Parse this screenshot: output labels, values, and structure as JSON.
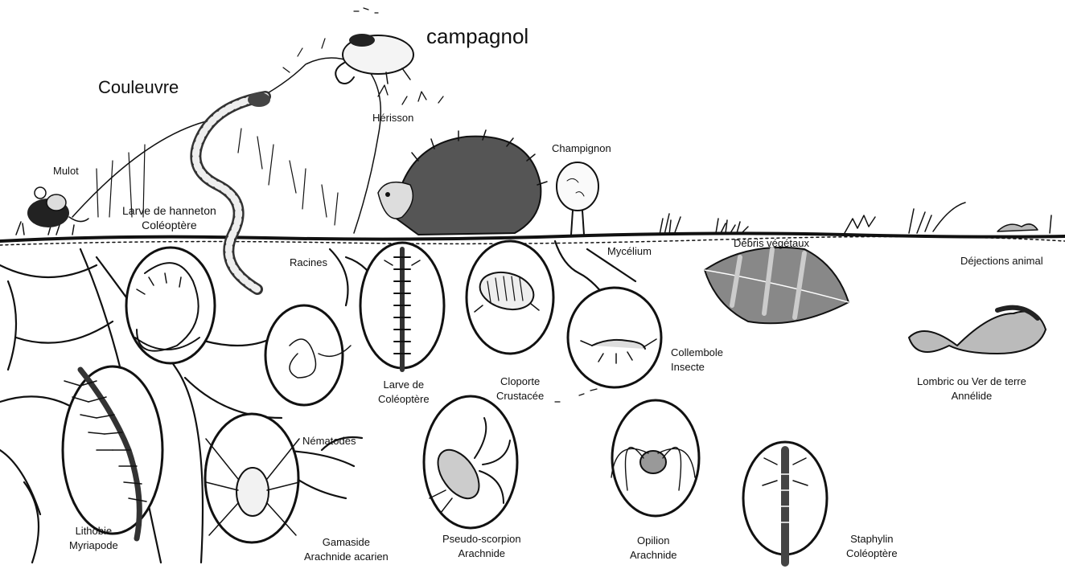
{
  "labels": {
    "campagnol": "campagnol",
    "couleuvre": "Couleuvre",
    "herisson": "Hérisson",
    "champignon": "Champignon",
    "mulot": "Mulot",
    "hanneton": [
      "Larve de hanneton",
      "Coléoptère"
    ],
    "racines": "Racines",
    "mycelium": "Mycélium",
    "debris": "Débris végétaux",
    "dejections": "Déjections animal",
    "collembole": [
      "Collembole",
      "Insecte"
    ],
    "larve_coleoptere": [
      "Larve de",
      "Coléoptère"
    ],
    "cloporte": [
      "Cloporte",
      "Crustacée"
    ],
    "lombric": [
      "Lombric ou Ver de terre",
      "Annélide"
    ],
    "nematodes": "Nématodes",
    "lithobie": [
      "Lithobie",
      "Myriapode"
    ],
    "gamaside": [
      "Gamaside",
      "Arachnide acarien"
    ],
    "pseudo": [
      "Pseudo-scorpion",
      "Arachnide"
    ],
    "opilion": [
      "Opilion",
      "Arachnide"
    ],
    "staphylin": [
      "Staphylin",
      "Coléoptère"
    ]
  }
}
